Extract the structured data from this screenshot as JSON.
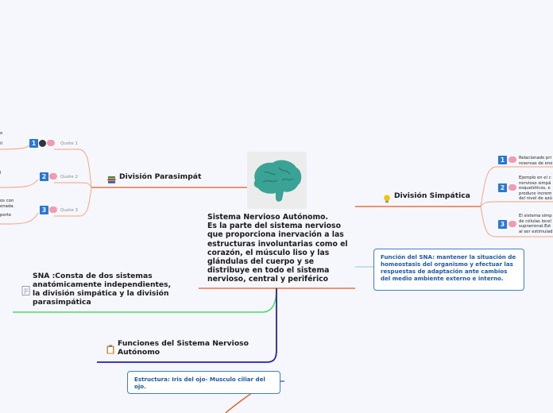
{
  "central": {
    "text": "Sistema Nervioso Autónomo.\nEs la parte del sistema nervioso que proporciona inervación a las estructuras involuntarias como el corazón, el músculo liso y las glándulas del cuerpo y se distribuye en todo el sistema nervioso, central y periférico",
    "image_icon": "brain-icon"
  },
  "topics": {
    "parasimpatica": "División Parasimpát",
    "simpatica": "División Simpática",
    "sna": "SNA :Consta de dos sistemas anatómicamente independientes, la división simpática y la división parasimpática",
    "funciones": "Funciones del Sistema Nervioso Autónomo"
  },
  "boxes": {
    "funcion_sna": "Función del SNA:  mantener la situación de homeostasis del organismo y efectuar las respuestas de adaptación ante cambios del medio ambiente externo e interno.",
    "estructura": "Estructura: Iris del ojo- Musculo ciliar del ojo."
  },
  "parasimpatica_items": [
    {
      "num": "1",
      "quote": "Quote 1"
    },
    {
      "num": "2",
      "quote": "Quote 2"
    },
    {
      "num": "3",
      "quote": "Quote 3"
    }
  ],
  "left_fragments": [
    "o",
    "il",
    "l",
    "os con",
    "enada.",
    "porte"
  ],
  "simpatica_items": [
    {
      "num": "1",
      "lines": [
        "Relacionado pri",
        "reservas de ene"
      ]
    },
    {
      "num": "2",
      "lines": [
        "Ejemplo en el c",
        "nervioso simpá",
        "esqueléticos, e",
        "produce increm",
        "del nivel de azú"
      ]
    },
    {
      "num": "3",
      "lines": [
        "El sistema simp",
        "de células locel",
        "suprarrenal.Est",
        "al ser estimulad"
      ]
    }
  ],
  "colors": {
    "parasimpatica_line": "#e25822",
    "simpatica_line": "#e25822",
    "sna_line": "#4cd964",
    "funciones_line": "#2323b0",
    "funcion_sna_line": "#9fd0f0",
    "estructura_line": "#e25822",
    "number_badge": "#2a78d6",
    "brain": "#3aa396",
    "box_border": "#3d7fd6",
    "box_text": "#1e58a8"
  }
}
